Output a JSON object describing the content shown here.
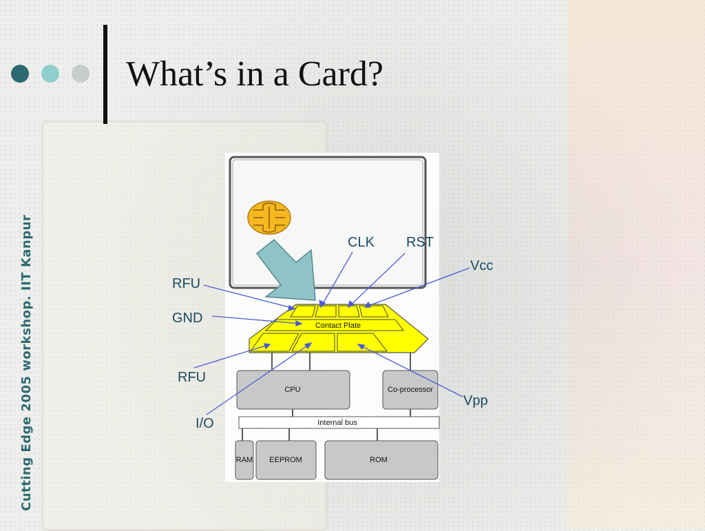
{
  "slide": {
    "title": "What’s in a Card?",
    "side_text": "Cutting Edge 2005 workshop. IIT Kanpur"
  },
  "diagram": {
    "contact_plate_label": "Contact Plate",
    "blocks": {
      "cpu": "CPU",
      "coprocessor": "Co-processor",
      "internal_bus": "Internal bus",
      "ram": "RAM",
      "eeprom": "EEPROM",
      "rom": "ROM"
    },
    "pins": {
      "clk": "CLK",
      "rst": "RST",
      "vcc": "Vcc",
      "rfu_top": "RFU",
      "gnd": "GND",
      "rfu_bottom": "RFU",
      "io": "I/O",
      "vpp": "Vpp"
    }
  },
  "colors": {
    "accent_dark": "#2d6a72",
    "accent_light": "#8fcfcf",
    "chip_yellow": "#ffff00",
    "block_gray": "#c8c8c8",
    "leader_line": "#4a5ad8",
    "arrow_fill": "#8ec4c8"
  }
}
